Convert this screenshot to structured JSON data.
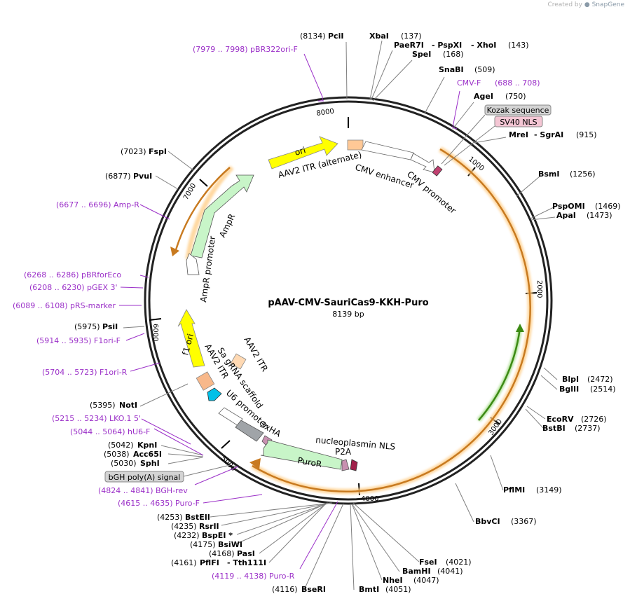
{
  "credit": {
    "prefix": "Created by",
    "brand": "SnapGene"
  },
  "plasmid": {
    "name": "pAAV-CMV-SauriCas9-KKH-Puro",
    "size": "8139 bp"
  },
  "ticks": [
    "1000",
    "2000",
    "3000",
    "4000",
    "5000",
    "6000",
    "7000",
    "8000"
  ],
  "enzymes": {
    "PciI": "PciI",
    "PciI_pos": "(8134)",
    "XbaI": "XbaI",
    "XbaI_pos": "(137)",
    "PaeR7I": "PaeR7I",
    "PspXI": "- PspXI",
    "XhoI": "- XhoI",
    "XhoI_pos": "(143)",
    "SpeI": "SpeI",
    "SpeI_pos": "(168)",
    "SnaBI": "SnaBI",
    "SnaBI_pos": "(509)",
    "AgeI": "AgeI",
    "AgeI_pos": "(750)",
    "MreI": "MreI",
    "SgrAI": "- SgrAI",
    "SgrAI_pos": "(915)",
    "BsmI": "BsmI",
    "BsmI_pos": "(1256)",
    "PspOMI": "PspOMI",
    "PspOMI_pos": "(1469)",
    "ApaI": "ApaI",
    "ApaI_pos": "(1473)",
    "BlpI": "BlpI",
    "BlpI_pos": "(2472)",
    "BglII": "BglII",
    "BglII_pos": "(2514)",
    "EcoRV": "EcoRV",
    "EcoRV_pos": "(2726)",
    "BstBI": "BstBI",
    "BstBI_pos": "(2737)",
    "PflMI": "PflMI",
    "PflMI_pos": "(3149)",
    "BbvCI": "BbvCI",
    "BbvCI_pos": "(3367)",
    "FseI": "FseI",
    "FseI_pos": "(4021)",
    "BamHI": "BamHI",
    "BamHI_pos": "(4041)",
    "NheI": "NheI",
    "NheI_pos": "(4047)",
    "BmtI": "BmtI",
    "BmtI_pos": "(4051)",
    "BseRI": "BseRI",
    "BseRI_pos": "(4116)",
    "BstEII": "BstEII",
    "BstEII_pos": "(4253)",
    "RsrII": "RsrII",
    "RsrII_pos": "(4235)",
    "BspEI": "BspEI *",
    "BspEI_pos": "(4232)",
    "BsiWI": "BsiWI",
    "BsiWI_pos": "(4175)",
    "PasI": "PasI",
    "PasI_pos": "(4168)",
    "PflFI": "PflFI",
    "Tth111I": "- Tth111I",
    "PflFI_pos": "(4161)",
    "NotI": "NotI",
    "NotI_pos": "(5395)",
    "KpnI": "KpnI",
    "KpnI_pos": "(5042)",
    "Acc65I": "Acc65I",
    "Acc65I_pos": "(5038)",
    "SphI": "SphI",
    "SphI_pos": "(5030)",
    "PsiI": "PsiI",
    "PsiI_pos": "(5975)",
    "PvuI": "PvuI",
    "PvuI_pos": "(6877)",
    "FspI": "FspI",
    "FspI_pos": "(7023)"
  },
  "primers": {
    "pBR322ori": "(7979 .. 7998)  pBR322ori-F",
    "CMVF": "CMV-F",
    "CMVF_pos": "(688 .. 708)",
    "AmpR": "(6677 .. 6696)  Amp-R",
    "pBRforEco": "(6268 .. 6286)  pBRforEco",
    "pGEX": "(6208 .. 6230)  pGEX 3'",
    "pRS": "(6089 .. 6108)  pRS-marker",
    "F1oriF": "(5914 .. 5935)  F1ori-F",
    "F1oriR": "(5704 .. 5723)  F1ori-R",
    "LKO": "(5215 .. 5234)  LKO.1 5'",
    "hU6": "(5044 .. 5064)  hU6-F",
    "BGHrev": "(4824 .. 4841)  BGH-rev",
    "PuroF": "(4615 .. 4635)  Puro-F",
    "PuroR": "(4119 .. 4138)  Puro-R"
  },
  "boxed": {
    "kozak": "Kozak sequence",
    "sv40": "SV40 NLS",
    "bgh": "bGH poly(A) signal"
  },
  "features": {
    "ori": "ori",
    "aav2itr_alt": "AAV2 ITR (alternate)",
    "cmv_enh": "CMV enhancer",
    "cmv_prom": "CMV promoter",
    "ampr": "AmpR",
    "ampr_prom": "AmpR promoter",
    "f1ori": "f1 ori",
    "aav2itr_1": "AAV2 ITR",
    "aav2itr_2": "AAV2 ITR",
    "sa_grna": "Sa gRNA scaffold",
    "u6": "U6 promoter",
    "ha": "3xHA",
    "npnls": "nucleoplasmin NLS",
    "p2a": "P2A",
    "puror": "PuroR"
  },
  "colors": {
    "ring": "#222222",
    "primer": "#9b30c8",
    "orange_arc": "#e08a2a",
    "ori": "#ffff00",
    "ampr": "#c8f5c8",
    "itr": "#ffd9b3",
    "gray": "#a0a4a8",
    "ha": "#c890b0",
    "green_arrow": "#4a9a1a",
    "cyan": "#00c0e8"
  }
}
